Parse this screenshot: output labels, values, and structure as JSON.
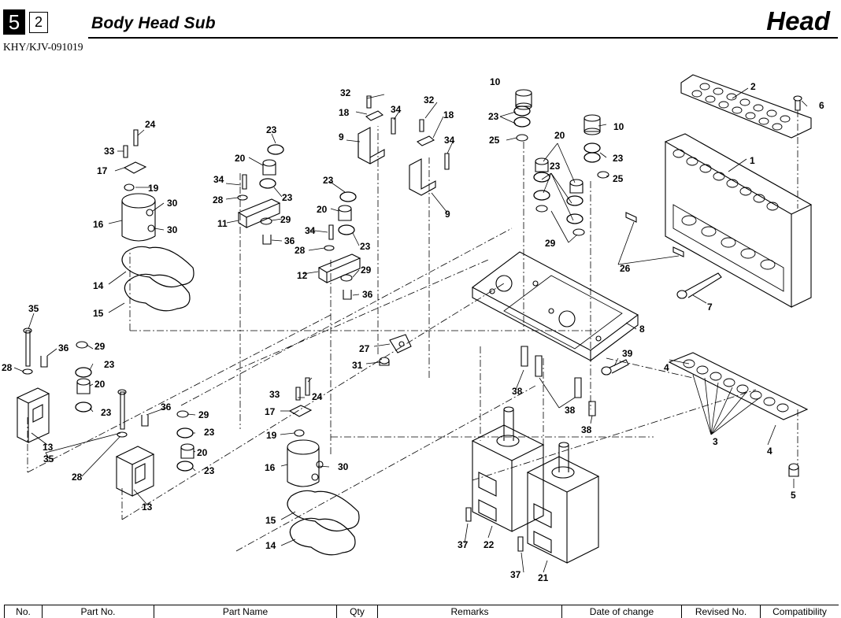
{
  "header": {
    "section_number": "5",
    "subsection_number": "2",
    "title": "Body Head Sub",
    "chapter": "Head",
    "doc_code": "KHY/KJV-091019"
  },
  "diagram": {
    "part_labels": [
      {
        "name": "label-part-1",
        "text": "1"
      },
      {
        "name": "label-part-2",
        "text": "2"
      },
      {
        "name": "label-part-3",
        "text": "3"
      },
      {
        "name": "label-part-4",
        "text": "4"
      },
      {
        "name": "label-part-5",
        "text": "5"
      },
      {
        "name": "label-part-6",
        "text": "6"
      },
      {
        "name": "label-part-7",
        "text": "7"
      },
      {
        "name": "label-part-8",
        "text": "8"
      },
      {
        "name": "label-part-9",
        "text": "9"
      },
      {
        "name": "label-part-10",
        "text": "10"
      },
      {
        "name": "label-part-11",
        "text": "11"
      },
      {
        "name": "label-part-12",
        "text": "12"
      },
      {
        "name": "label-part-13",
        "text": "13"
      },
      {
        "name": "label-part-14",
        "text": "14"
      },
      {
        "name": "label-part-15",
        "text": "15"
      },
      {
        "name": "label-part-16",
        "text": "16"
      },
      {
        "name": "label-part-17",
        "text": "17"
      },
      {
        "name": "label-part-18",
        "text": "18"
      },
      {
        "name": "label-part-19",
        "text": "19"
      },
      {
        "name": "label-part-20",
        "text": "20"
      },
      {
        "name": "label-part-21",
        "text": "21"
      },
      {
        "name": "label-part-22",
        "text": "22"
      },
      {
        "name": "label-part-23",
        "text": "23"
      },
      {
        "name": "label-part-24",
        "text": "24"
      },
      {
        "name": "label-part-25",
        "text": "25"
      },
      {
        "name": "label-part-26",
        "text": "26"
      },
      {
        "name": "label-part-27",
        "text": "27"
      },
      {
        "name": "label-part-28",
        "text": "28"
      },
      {
        "name": "label-part-29",
        "text": "29"
      },
      {
        "name": "label-part-30",
        "text": "30"
      },
      {
        "name": "label-part-31",
        "text": "31"
      },
      {
        "name": "label-part-32",
        "text": "32"
      },
      {
        "name": "label-part-33",
        "text": "33"
      },
      {
        "name": "label-part-34",
        "text": "34"
      },
      {
        "name": "label-part-35",
        "text": "35"
      },
      {
        "name": "label-part-36",
        "text": "36"
      },
      {
        "name": "label-part-37",
        "text": "37"
      },
      {
        "name": "label-part-38",
        "text": "38"
      },
      {
        "name": "label-part-39",
        "text": "39"
      }
    ]
  },
  "table": {
    "columns": [
      "No.",
      "Part No.",
      "Part Name",
      "Qty",
      "Remarks",
      "Date of change",
      "Revised No.",
      "Compatibility"
    ]
  }
}
